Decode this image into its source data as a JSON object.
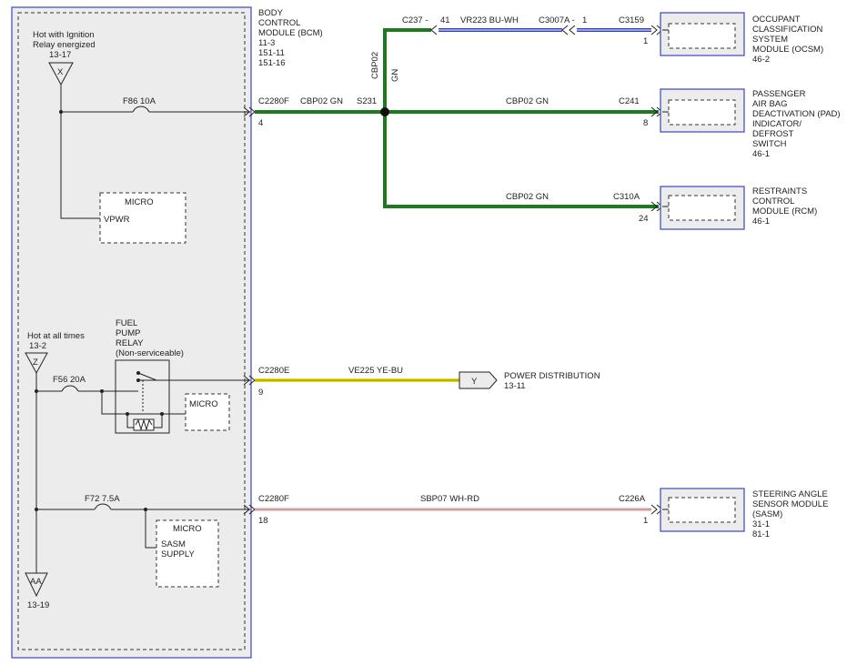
{
  "bcm": {
    "title_lines": [
      "BODY",
      "CONTROL",
      "MODULE (BCM)",
      "11-3",
      "151-11",
      "151-16"
    ],
    "ignition_label_lines": [
      "Hot with Ignition",
      "Relay energized"
    ],
    "ignition_ref": "13-17",
    "ignition_letter": "X",
    "fuse_f86": "F86   10A",
    "micro_1": "MICRO",
    "micro_1_pin": "VPWR",
    "hot_label": "Hot at all times",
    "hot_ref": "13-2",
    "hot_letter": "Z",
    "fuel_relay_lines": [
      "FUEL",
      "PUMP",
      "RELAY",
      "(Non-serviceable)"
    ],
    "fuse_f56": "F56   20A",
    "micro_2": "MICRO",
    "fuse_f72": "F72   7.5A",
    "micro_3": "MICRO",
    "micro_3_pin_lines": [
      "SASM",
      "SUPPLY"
    ],
    "bottom_letter": "AA",
    "bottom_ref": "13-19"
  },
  "circuits": {
    "c1_connector": "C2280F",
    "c1_pin": "4",
    "c1_wire": "CBP02   GN",
    "splice": "S231",
    "vertical_label": "CBP02",
    "vertical_color": "GN",
    "top_c237": "C237 -",
    "top_c237_pin": "41",
    "top_wire": "VR223   BU-WH",
    "top_c3007a": "C3007A -",
    "top_c3007a_pin": "1",
    "top_c3159": "C3159",
    "top_c3159_pin": "1",
    "pad_wire": "CBP02   GN",
    "pad_connector": "C241",
    "pad_pin": "8",
    "rcm_wire": "CBP02   GN",
    "rcm_connector": "C310A",
    "rcm_pin": "24",
    "c2_connector": "C2280E",
    "c2_pin": "9",
    "c2_wire": "VE225   YE-BU",
    "pd_letter": "Y",
    "pd_label": "POWER DISTRIBUTION",
    "pd_ref": "13-11",
    "c3_connector": "C2280F",
    "c3_pin": "18",
    "c3_wire": "SBP07   WH-RD",
    "sasm_connector": "C226A",
    "sasm_pin": "1"
  },
  "modules": {
    "ocsm_lines": [
      "OCCUPANT",
      "CLASSIFICATION",
      "SYSTEM",
      "MODULE (OCSM)",
      "46-2"
    ],
    "pad_lines": [
      "PASSENGER",
      "AIR BAG",
      "DEACTIVATION (PAD)",
      "INDICATOR/",
      "DEFROST",
      "SWITCH",
      "46-1"
    ],
    "rcm_lines": [
      "RESTRAINTS",
      "CONTROL",
      "MODULE (RCM)",
      "46-1"
    ],
    "sasm_lines": [
      "STEERING ANGLE",
      "SENSOR MODULE",
      "(SASM)",
      "31-1",
      "81-1"
    ]
  },
  "colors": {
    "green_wire": "#1e7a1e",
    "blue_wire": "#2a3fd0",
    "yellow_wire": "#e8e400",
    "red_stripe": "#d23a3a",
    "module_border": "#3a46c8"
  }
}
